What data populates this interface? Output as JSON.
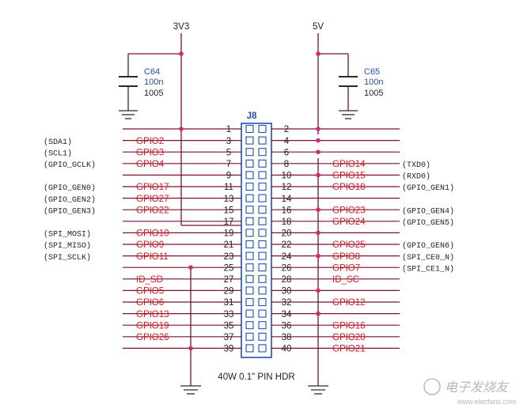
{
  "rails": {
    "left": "3V3",
    "right": "5V"
  },
  "caps": [
    {
      "ref": "C64",
      "value": "100n",
      "size": "1005"
    },
    {
      "ref": "C65",
      "value": "100n",
      "size": "1005"
    }
  ],
  "header": {
    "ref": "J8",
    "caption": "40W 0.1\" PIN HDR"
  },
  "rows": [
    {
      "lp": "1",
      "rp": "2",
      "lnet": "",
      "rnet": "",
      "lalt": "",
      "ralt": ""
    },
    {
      "lp": "3",
      "rp": "4",
      "lnet": "GPIO2",
      "rnet": "",
      "lalt": "(SDA1)",
      "ralt": ""
    },
    {
      "lp": "5",
      "rp": "6",
      "lnet": "GPIO3",
      "rnet": "",
      "lalt": "(SCL1)",
      "ralt": ""
    },
    {
      "lp": "7",
      "rp": "8",
      "lnet": "GPIO4",
      "rnet": "GPIO14",
      "lalt": "(GPIO_GCLK)",
      "ralt": "(TXD0)"
    },
    {
      "lp": "9",
      "rp": "10",
      "lnet": "",
      "rnet": "GPIO15",
      "lalt": "",
      "ralt": "(RXD0)"
    },
    {
      "lp": "11",
      "rp": "12",
      "lnet": "GPIO17",
      "rnet": "GPIO18",
      "lalt": "(GPIO_GEN0)",
      "ralt": "(GPIO_GEN1)"
    },
    {
      "lp": "13",
      "rp": "14",
      "lnet": "GPIO27",
      "rnet": "",
      "lalt": "(GPIO_GEN2)",
      "ralt": ""
    },
    {
      "lp": "15",
      "rp": "16",
      "lnet": "GPIO22",
      "rnet": "GPIO23",
      "lalt": "(GPIO_GEN3)",
      "ralt": "(GPIO_GEN4)"
    },
    {
      "lp": "17",
      "rp": "18",
      "lnet": "",
      "rnet": "GPIO24",
      "lalt": "",
      "ralt": "(GPIO_GEN5)"
    },
    {
      "lp": "19",
      "rp": "20",
      "lnet": "GPIO10",
      "rnet": "",
      "lalt": "(SPI_MOSI)",
      "ralt": ""
    },
    {
      "lp": "21",
      "rp": "22",
      "lnet": "GPIO9",
      "rnet": "GPIO25",
      "lalt": "(SPI_MISO)",
      "ralt": "(GPIO_GEN6)"
    },
    {
      "lp": "23",
      "rp": "24",
      "lnet": "GPIO11",
      "rnet": "GPIO8",
      "lalt": "(SPI_SCLK)",
      "ralt": "(SPI_CE0_N)"
    },
    {
      "lp": "25",
      "rp": "26",
      "lnet": "",
      "rnet": "GPIO7",
      "lalt": "",
      "ralt": "(SPI_CE1_N)"
    },
    {
      "lp": "27",
      "rp": "28",
      "lnet": "ID_SD",
      "rnet": "ID_SC",
      "lalt": "",
      "ralt": ""
    },
    {
      "lp": "29",
      "rp": "30",
      "lnet": "GPIO5",
      "rnet": "",
      "lalt": "",
      "ralt": ""
    },
    {
      "lp": "31",
      "rp": "32",
      "lnet": "GPIO6",
      "rnet": "GPIO12",
      "lalt": "",
      "ralt": ""
    },
    {
      "lp": "33",
      "rp": "34",
      "lnet": "GPIO13",
      "rnet": "",
      "lalt": "",
      "ralt": ""
    },
    {
      "lp": "35",
      "rp": "36",
      "lnet": "GPIO19",
      "rnet": "GPIO16",
      "lalt": "",
      "ralt": ""
    },
    {
      "lp": "37",
      "rp": "38",
      "lnet": "GPIO26",
      "rnet": "GPIO20",
      "lalt": "",
      "ralt": ""
    },
    {
      "lp": "39",
      "rp": "40",
      "lnet": "",
      "rnet": "GPIO21",
      "lalt": "",
      "ralt": ""
    }
  ],
  "watermark": {
    "text": "电子发烧友",
    "url": "www.elecfans.com"
  },
  "colors": {
    "net_label": "#e8141e",
    "wire": "#7a1230",
    "junction": "#e0207a",
    "header_box": "#1e50b4",
    "ink": "#222222"
  }
}
